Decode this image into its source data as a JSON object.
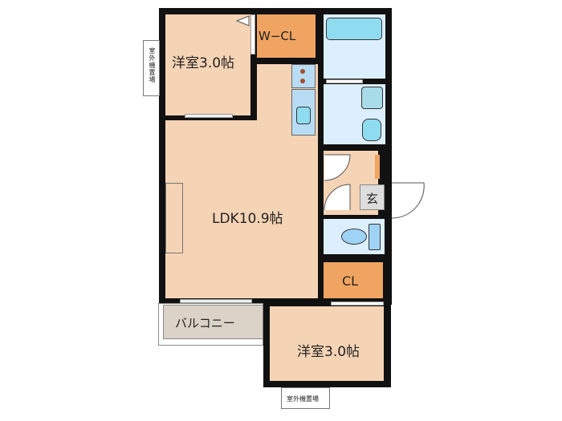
{
  "rooms": {
    "western_room_top": "洋室3.0帖",
    "walk_in_closet": "W−CL",
    "ldk": "LDK10.9帖",
    "entrance": "玄",
    "closet": "CL",
    "balcony": "バルコニー",
    "western_room_bottom": "洋室3.0帖"
  },
  "outdoor_unit_labels": {
    "left": "室外機置場",
    "bottom": "室外機置場"
  },
  "colors": {
    "room": "#f5d3b5",
    "closet": "#f0a462",
    "wet_area": "#dcefff",
    "wall": "#111111"
  }
}
